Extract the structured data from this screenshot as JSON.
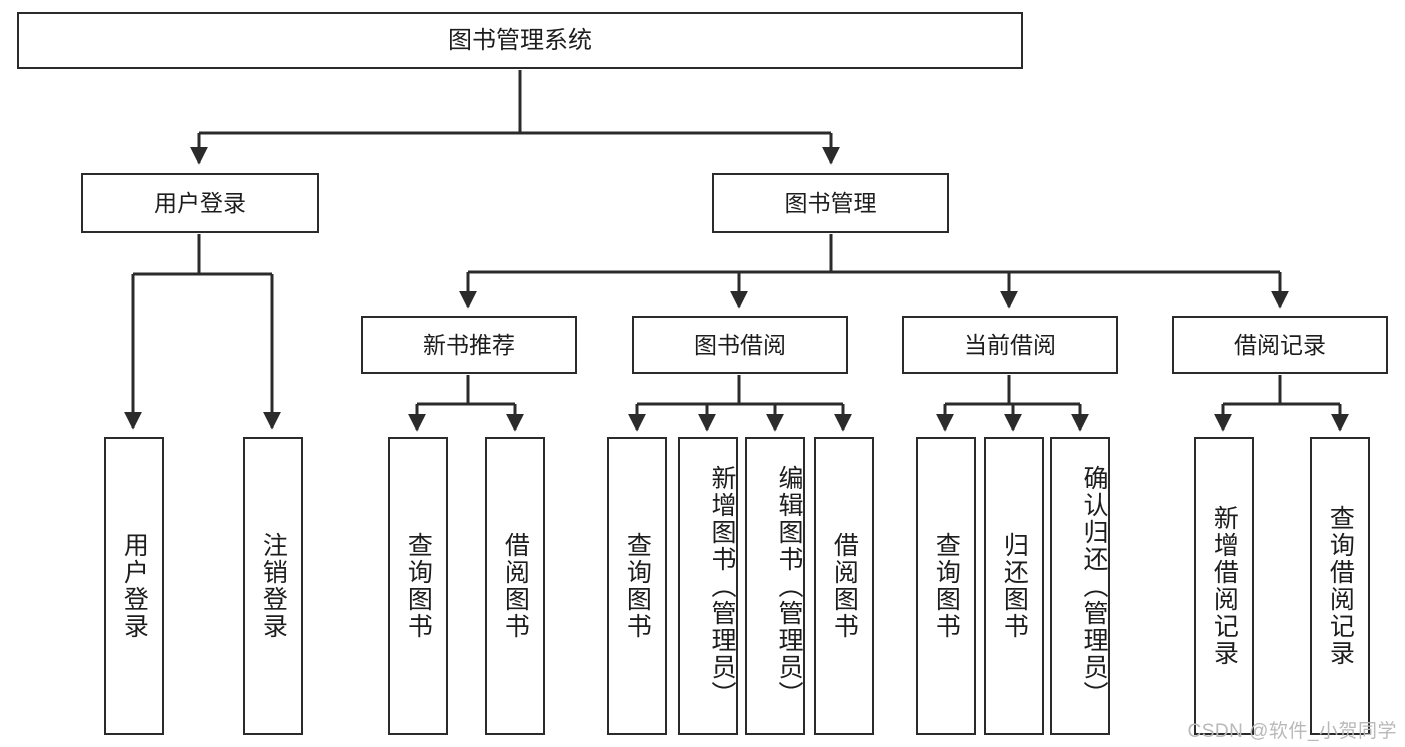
{
  "diagram": {
    "type": "tree-hierarchy",
    "title": "图书管理系统",
    "watermark": "CSDN @软件_小贺同学",
    "colors": {
      "stroke": "#2b2b2b",
      "fill": "#ffffff",
      "text": "#1d1d1d",
      "watermark": "#b9b9b9"
    },
    "levels": {
      "level1": [
        {
          "id": "root",
          "label": "图书管理系统"
        }
      ],
      "level2": [
        {
          "id": "user-login",
          "label": "用户登录",
          "parent": "root"
        },
        {
          "id": "book-manage",
          "label": "图书管理",
          "parent": "root"
        }
      ],
      "level3": [
        {
          "id": "new-book-rec",
          "label": "新书推荐",
          "parent": "book-manage"
        },
        {
          "id": "book-borrow",
          "label": "图书借阅",
          "parent": "book-manage"
        },
        {
          "id": "current-borrow",
          "label": "当前借阅",
          "parent": "book-manage"
        },
        {
          "id": "borrow-record",
          "label": "借阅记录",
          "parent": "book-manage"
        }
      ],
      "leaves": [
        {
          "id": "leaf-user-login",
          "label": "用户登录",
          "parent": "user-login"
        },
        {
          "id": "leaf-user-logout",
          "label": "注销登录",
          "parent": "user-login"
        },
        {
          "id": "leaf-query-book-1",
          "label": "查询图书",
          "parent": "new-book-rec"
        },
        {
          "id": "leaf-borrow-book-1",
          "label": "借阅图书",
          "parent": "new-book-rec"
        },
        {
          "id": "leaf-query-book-2",
          "label": "查询图书",
          "parent": "book-borrow"
        },
        {
          "id": "leaf-add-book",
          "label": "新增图书（管理员）",
          "parent": "book-borrow"
        },
        {
          "id": "leaf-edit-book",
          "label": "编辑图书（管理员）",
          "parent": "book-borrow"
        },
        {
          "id": "leaf-borrow-book-2",
          "label": "借阅图书",
          "parent": "book-borrow"
        },
        {
          "id": "leaf-query-book-3",
          "label": "查询图书",
          "parent": "current-borrow"
        },
        {
          "id": "leaf-return-book",
          "label": "归还图书",
          "parent": "current-borrow"
        },
        {
          "id": "leaf-confirm-return",
          "label": "确认归还（管理员）",
          "parent": "current-borrow"
        },
        {
          "id": "leaf-add-record",
          "label": "新增借阅记录",
          "parent": "borrow-record"
        },
        {
          "id": "leaf-query-record",
          "label": "查询借阅记录",
          "parent": "borrow-record"
        }
      ]
    }
  }
}
